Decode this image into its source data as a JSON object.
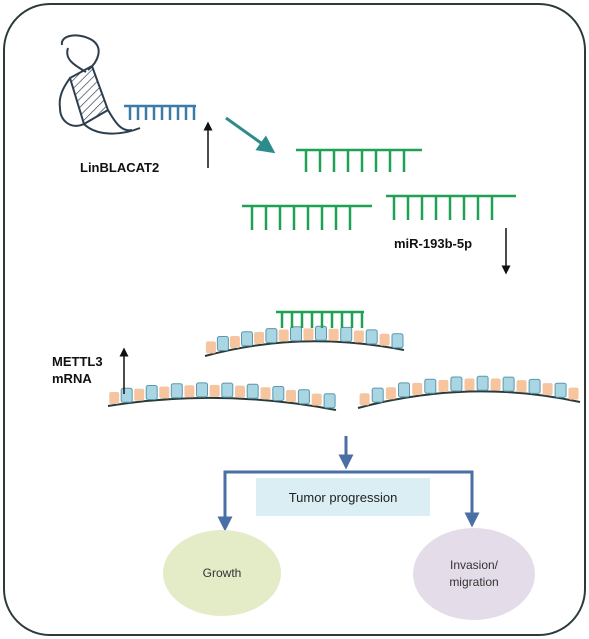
{
  "labels": {
    "lncrna": "LinBLACAT2",
    "mirna": "miR-193b-5p",
    "mettl3_line1": "METTL3",
    "mettl3_line2": "mRNA",
    "tumor_box": "Tumor progression",
    "growth": "Growth",
    "invasion_line1": "Invasion/",
    "invasion_line2": "migration"
  },
  "colors": {
    "frame": "#2b3b3b",
    "lncrna_helix": "#2d3e4e",
    "lncrna_bars": "#3d7aa8",
    "mirna": "#1fa054",
    "mrna_orange": "#f6c49e",
    "mrna_blue": "#a9d6e2",
    "flow_arrow": "#4a6fa5",
    "teal_arrow": "#2e8b8b",
    "tumor_box": "#dbeef4",
    "growth_fill": "#e3ebc7",
    "invasion_fill": "#e4dde9"
  }
}
